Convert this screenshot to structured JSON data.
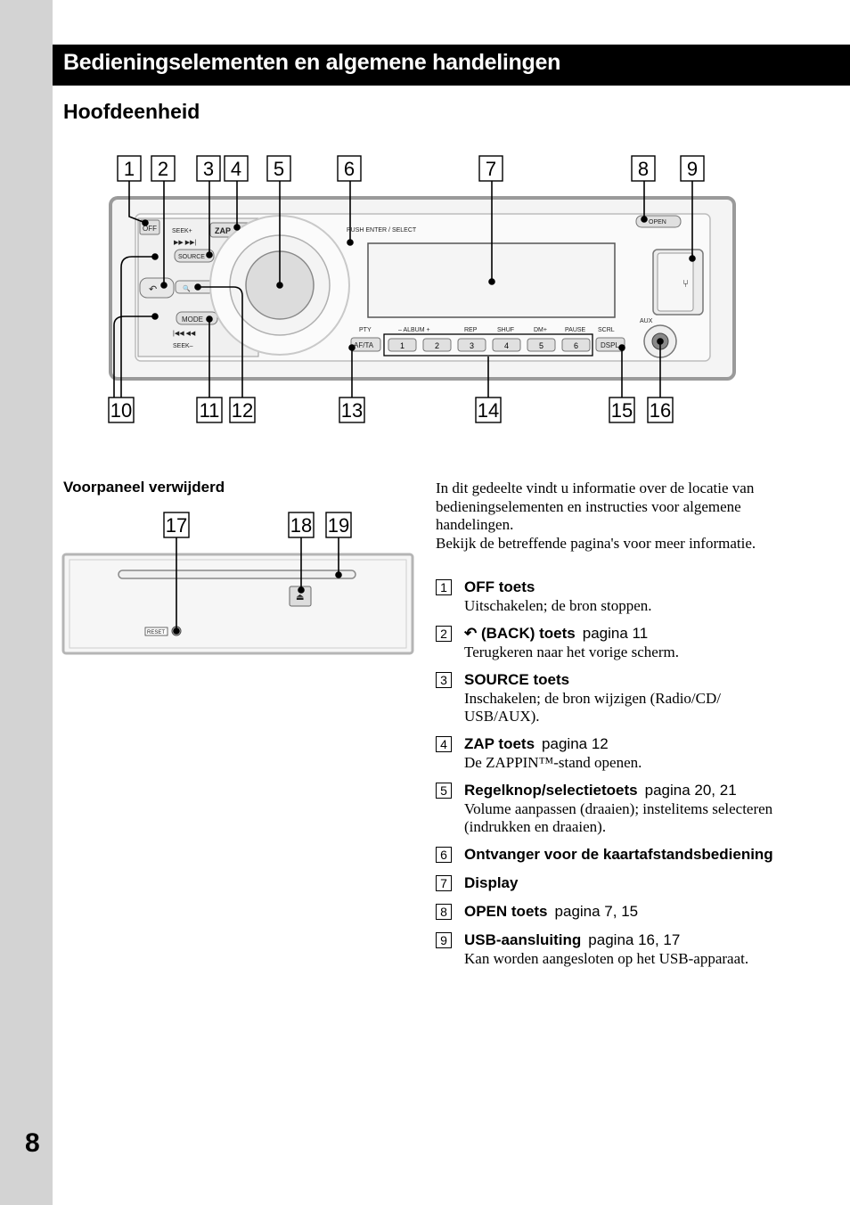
{
  "page_number": "8",
  "title": "Bedieningselementen en algemene handelingen",
  "section_title": "Hoofdeenheid",
  "subsection_title": "Voorpaneel verwijderd",
  "intro_paragraphs": [
    "In dit gedeelte vindt u informatie over de locatie van bedieningselementen en instructies voor algemene handelingen.",
    "Bekijk de betreffende pagina's voor meer informatie."
  ],
  "diagram_main": {
    "callouts_top": [
      "1",
      "2",
      "3",
      "4",
      "5",
      "6",
      "7",
      "8",
      "9"
    ],
    "callouts_bottom": [
      "10",
      "11",
      "12",
      "13",
      "14",
      "15",
      "16"
    ],
    "labels": {
      "off": "OFF",
      "seek_plus": "SEEK+",
      "seek_fwd": "▶▶ ▶▶|",
      "source": "SOURCE",
      "zap": "ZAP",
      "back": "↶",
      "search": "🔍",
      "mode": "MODE",
      "seek_back": "|◀◀ ◀◀",
      "seek_minus": "SEEK–",
      "push_enter": "PUSH ENTER / SELECT",
      "pty": "PTY",
      "af_ta": "AF/TA",
      "album": "– ALBUM +",
      "rep": "REP",
      "shuf": "SHUF",
      "dm": "DM+",
      "pause": "PAUSE",
      "scrl": "SCRL",
      "dspl": "DSPL",
      "open": "OPEN",
      "aux": "AUX",
      "presets": [
        "1",
        "2",
        "3",
        "4",
        "5",
        "6"
      ]
    }
  },
  "diagram_panel_removed": {
    "callouts": [
      "17",
      "18",
      "19"
    ],
    "reset_label": "RESET"
  },
  "items": [
    {
      "num": "1",
      "name": "OFF toets",
      "ref": "",
      "desc": "Uitschakelen; de bron stoppen."
    },
    {
      "num": "2",
      "name": "↶ (BACK) toets",
      "ref": "pagina 11",
      "desc": "Terugkeren naar het vorige scherm."
    },
    {
      "num": "3",
      "name": "SOURCE toets",
      "ref": "",
      "desc": "Inschakelen; de bron wijzigen (Radio/CD/ USB/AUX)."
    },
    {
      "num": "4",
      "name": "ZAP toets",
      "ref": "pagina 12",
      "desc": "De ZAPPIN™-stand openen."
    },
    {
      "num": "5",
      "name": "Regelknop/selectietoets",
      "ref": "pagina 20, 21",
      "desc": "Volume aanpassen (draaien); instelitems selecteren (indrukken en draaien)."
    },
    {
      "num": "6",
      "name": "Ontvanger voor de kaartafstandsbediening",
      "ref": "",
      "desc": ""
    },
    {
      "num": "7",
      "name": "Display",
      "ref": "",
      "desc": ""
    },
    {
      "num": "8",
      "name": "OPEN toets",
      "ref": "pagina 7, 15",
      "desc": ""
    },
    {
      "num": "9",
      "name": "USB-aansluiting",
      "ref": "pagina 16, 17",
      "desc": "Kan worden aangesloten op het USB-apparaat."
    }
  ]
}
